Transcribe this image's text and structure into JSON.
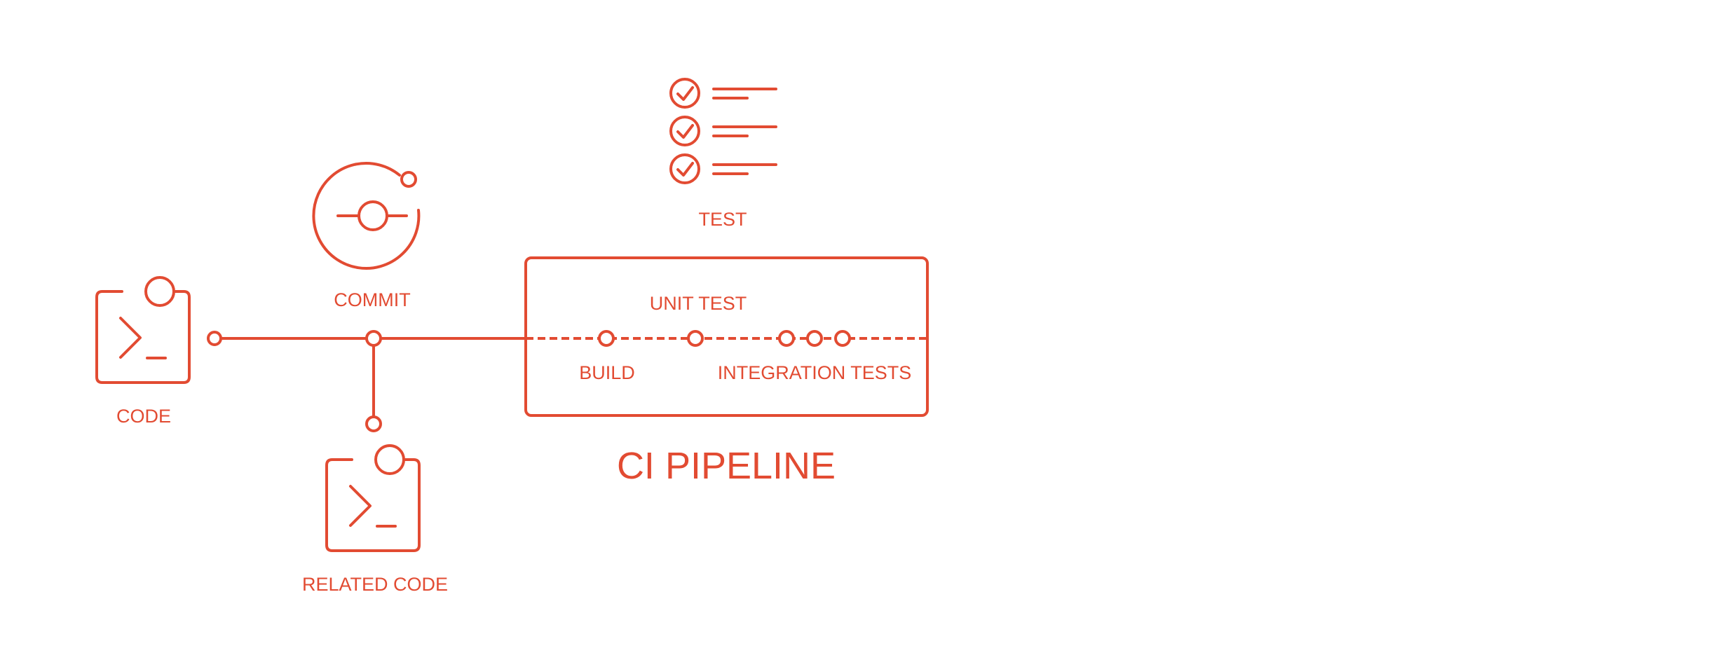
{
  "colors": {
    "accent": "#e24b32",
    "background": "#ffffff"
  },
  "icons": {
    "code": "terminal-clipboard-icon",
    "related_code": "terminal-clipboard-icon",
    "commit": "commit-icon",
    "test": "checklist-icon"
  },
  "labels": {
    "code": "CODE",
    "commit": "COMMIT",
    "related_code": "RELATED CODE",
    "test": "TEST",
    "unit_test": "UNIT TEST",
    "build": "BUILD",
    "integration_tests": "INTEGRATION TESTS",
    "pipeline": "CI PIPELINE"
  }
}
